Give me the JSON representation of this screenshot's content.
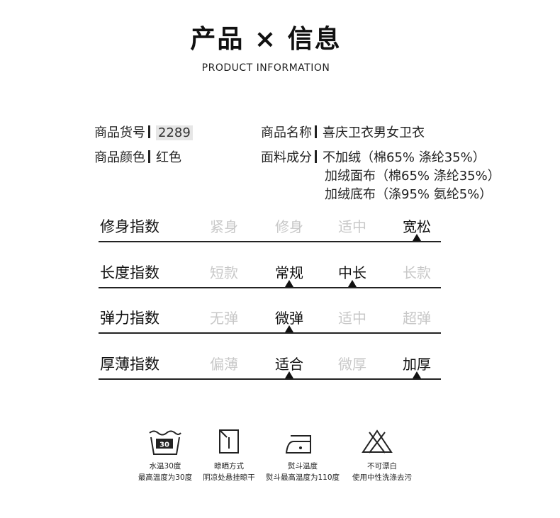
{
  "header": {
    "title": "产品 × 信息",
    "subtitle": "PRODUCT INFORMATION"
  },
  "info": {
    "code_label": "商品货号",
    "code_value": "2289",
    "name_label": "商品名称",
    "name_value": "喜庆卫衣男女卫衣",
    "color_label": "商品颜色",
    "color_value": "红色",
    "fabric_label": "面料成分",
    "fabric_lines": [
      "不加绒（棉65% 涤纶35%）",
      "加绒面布（棉65% 涤纶35%）",
      "加绒底布（涤95% 氨纶5%）"
    ]
  },
  "indices": [
    {
      "label": "修身指数",
      "options": [
        "紧身",
        "修身",
        "适中",
        "宽松"
      ],
      "selected": [
        3
      ]
    },
    {
      "label": "长度指数",
      "options": [
        "短款",
        "常规",
        "中长",
        "长款"
      ],
      "selected": [
        1,
        2
      ]
    },
    {
      "label": "弹力指数",
      "options": [
        "无弹",
        "微弹",
        "适中",
        "超弹"
      ],
      "selected": [
        1
      ]
    },
    {
      "label": "厚薄指数",
      "options": [
        "偏薄",
        "适合",
        "微厚",
        "加厚"
      ],
      "selected": [
        1,
        3
      ]
    }
  ],
  "care": [
    {
      "icon": "wash-30-icon",
      "wash_number": "30",
      "line1": "水温30度",
      "line2": "最高温度为30度"
    },
    {
      "icon": "shade-dry-icon",
      "line1": "晾晒方式",
      "line2": "阴凉处悬挂晾干"
    },
    {
      "icon": "iron-icon",
      "line1": "熨斗温度",
      "line2": "熨斗最高温度为110度"
    },
    {
      "icon": "no-bleach-icon",
      "line1": "不可漂白",
      "line2": "使用中性洗涤去污"
    }
  ],
  "colors": {
    "text": "#222222",
    "inactive": "#c8c8c8",
    "badge": "#e6e6e6"
  }
}
